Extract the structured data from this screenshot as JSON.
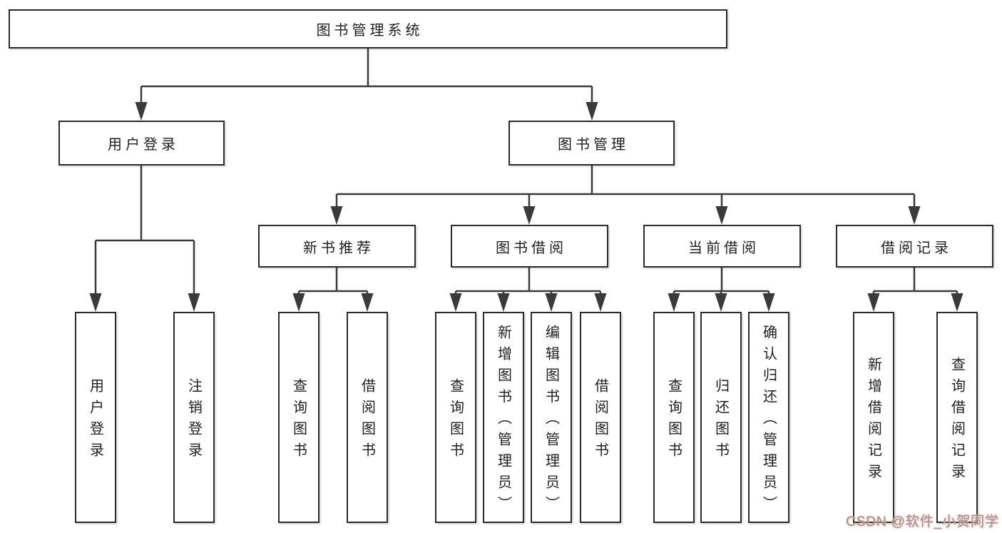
{
  "tree": {
    "label": "图书管理系统",
    "children": [
      {
        "label": "用户登录",
        "children": [
          {
            "label": "用户登录"
          },
          {
            "label": "注销登录"
          }
        ]
      },
      {
        "label": "图书管理",
        "children": [
          {
            "label": "新书推荐",
            "children": [
              {
                "label": "查询图书"
              },
              {
                "label": "借阅图书"
              }
            ]
          },
          {
            "label": "图书借阅",
            "children": [
              {
                "label": "查询图书"
              },
              {
                "label": "新增图书（管理员）"
              },
              {
                "label": "编辑图书（管理员）"
              },
              {
                "label": "借阅图书"
              }
            ]
          },
          {
            "label": "当前借阅",
            "children": [
              {
                "label": "查询图书"
              },
              {
                "label": "归还图书"
              },
              {
                "label": "确认归还（管理员）"
              }
            ]
          },
          {
            "label": "借阅记录",
            "children": [
              {
                "label": "新增借阅记录"
              },
              {
                "label": "查询借阅记录"
              }
            ]
          }
        ]
      }
    ]
  },
  "watermark": {
    "text": "CSDN @软件_小贺同学"
  },
  "colors": {
    "line": "#3a3a3a",
    "border": "#2b2b2b",
    "text": "#1f1f1f",
    "watermark": "#9b9292",
    "watermark_glow": "#f0bcb4",
    "background": "#ffffff"
  }
}
